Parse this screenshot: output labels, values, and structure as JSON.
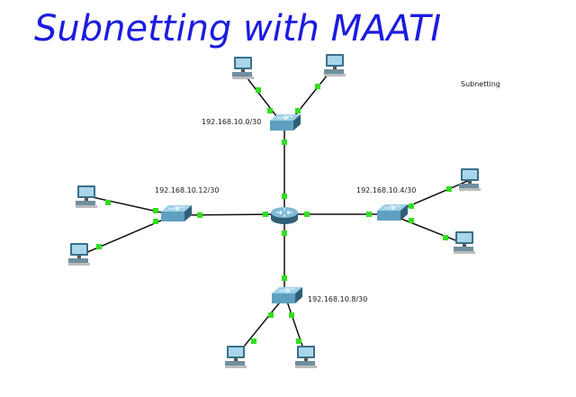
{
  "title": "Subnetting with MAATI",
  "note": "Subnetting",
  "colors": {
    "handwriting": "#1c1ce0",
    "link": "#111111",
    "port": "#33dd22",
    "device_blue": "#5f9fbf",
    "device_dark": "#2f5f78"
  },
  "subnets": {
    "top": "192.168.10.0/30",
    "right": "192.168.10.4/30",
    "bottom": "192.168.10.8/30",
    "left": "192.168.10.12/30"
  },
  "devices": {
    "router": "router-icon",
    "switch": "switch-icon",
    "pc": "pc-icon"
  }
}
